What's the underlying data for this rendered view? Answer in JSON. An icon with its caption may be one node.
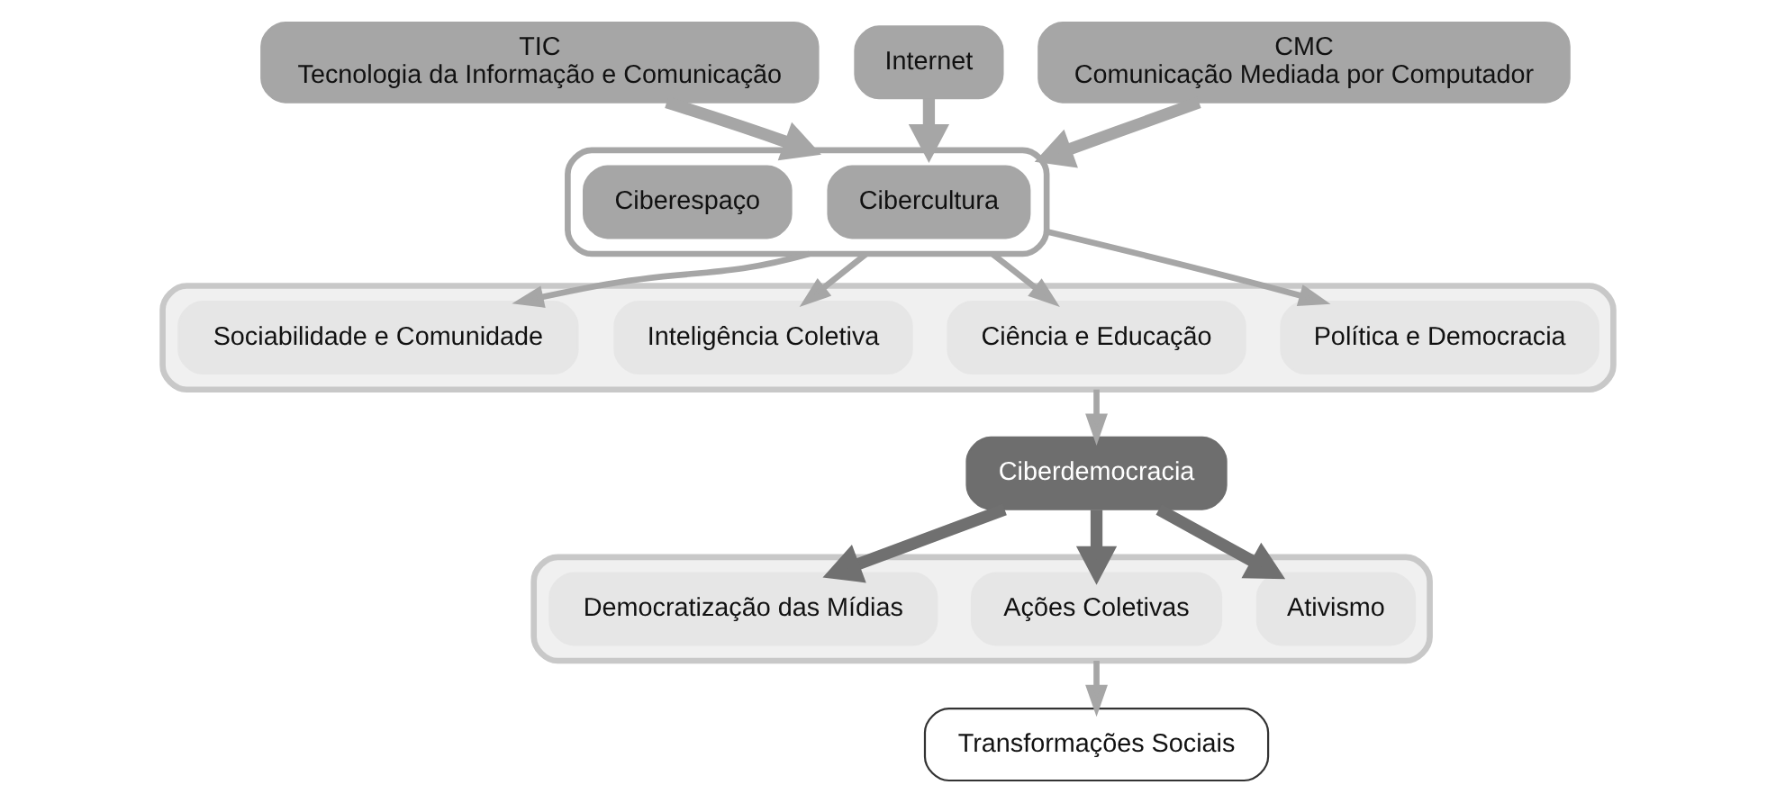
{
  "diagram": {
    "nodes": [
      {
        "text": [
          "Internet"
        ]
      },
      {
        "text": [
          "TIC",
          "Tecnologia da Informação e Comunicação"
        ]
      },
      {
        "text": [
          "CMC",
          "Comunicação Mediada por Computador"
        ]
      },
      {
        "text": [],
        "shape": "box"
      },
      {
        "text": [
          "Ciberespaço"
        ],
        "in": 3
      },
      {
        "text": [
          "Cibercultura"
        ],
        "in": 3
      },
      {
        "text": [],
        "shape": "bar"
      },
      {
        "text": [
          "Sociabilidade e Comunidade"
        ],
        "in": 6
      },
      {
        "text": [
          "Inteligência Coletiva"
        ],
        "in": 6
      },
      {
        "text": [
          "Ciência e Educação"
        ],
        "in": 6
      },
      {
        "text": [
          "Política e Democracia"
        ],
        "in": 6
      },
      {
        "text": [
          "Ciberdemocracia"
        ]
      },
      {
        "text": [],
        "shape": "bar"
      },
      {
        "text": [
          "Democratização das Mídias"
        ],
        "in": 12
      },
      {
        "text": [
          "Ações Coletivas"
        ],
        "in": 12
      },
      {
        "text": [
          "Ativismo"
        ],
        "in": 12
      },
      {
        "text": [
          "Transformações Sociais"
        ]
      }
    ],
    "edges": [
      {
        "from": 1,
        "to": 3,
        "arrow": "to",
        "style": "thick"
      },
      {
        "from": 0,
        "to": 3,
        "arrow": "to",
        "style": "thick"
      },
      {
        "from": 2,
        "to": 3,
        "arrow": "to",
        "style": "thick"
      },
      {
        "from": 3,
        "to": 7,
        "arrow": "to"
      },
      {
        "from": 3,
        "to": 8,
        "arrow": "to"
      },
      {
        "from": 3,
        "to": 9,
        "arrow": "to"
      },
      {
        "from": 3,
        "to": 10,
        "arrow": "to"
      },
      {
        "from": 6,
        "to": 11,
        "arrow": "to"
      },
      {
        "from": 11,
        "to": 13,
        "arrow": "to",
        "style": "thick",
        "color": "#707070"
      },
      {
        "from": 11,
        "to": 14,
        "arrow": "to",
        "style": "thick",
        "color": "#707070"
      },
      {
        "from": 11,
        "to": 15,
        "arrow": "to",
        "style": "thick",
        "color": "#707070"
      },
      {
        "from": 12,
        "to": 16,
        "arrow": "to"
      }
    ]
  }
}
